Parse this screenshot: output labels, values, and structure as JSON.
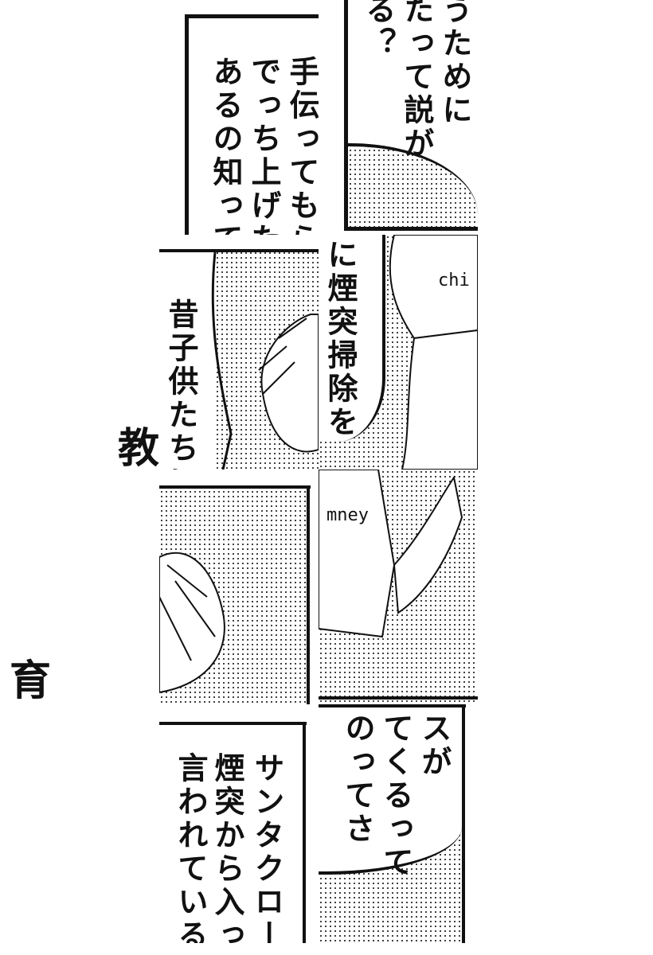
{
  "panels": {
    "a": {
      "lines": [
        "手伝ってもら",
        "でっち上げた",
        "あるの知って"
      ]
    },
    "b": {
      "lines": [
        "うために",
        "たって説が",
        "る？"
      ]
    },
    "c": {
      "lines": [
        "昔子供たちに"
      ]
    },
    "d": {
      "lines": [
        "に煙突掃除を"
      ],
      "sfx": "chi"
    },
    "f": {
      "sfx": "mney"
    },
    "g": {
      "lines": [
        "サンタクロー",
        "煙突から入っ",
        "言われている"
      ]
    },
    "h": {
      "lines": [
        "スが",
        "てくるって",
        "のってさ"
      ]
    }
  },
  "title_fragments": {
    "left_top": "教",
    "left_bottom": "育"
  }
}
